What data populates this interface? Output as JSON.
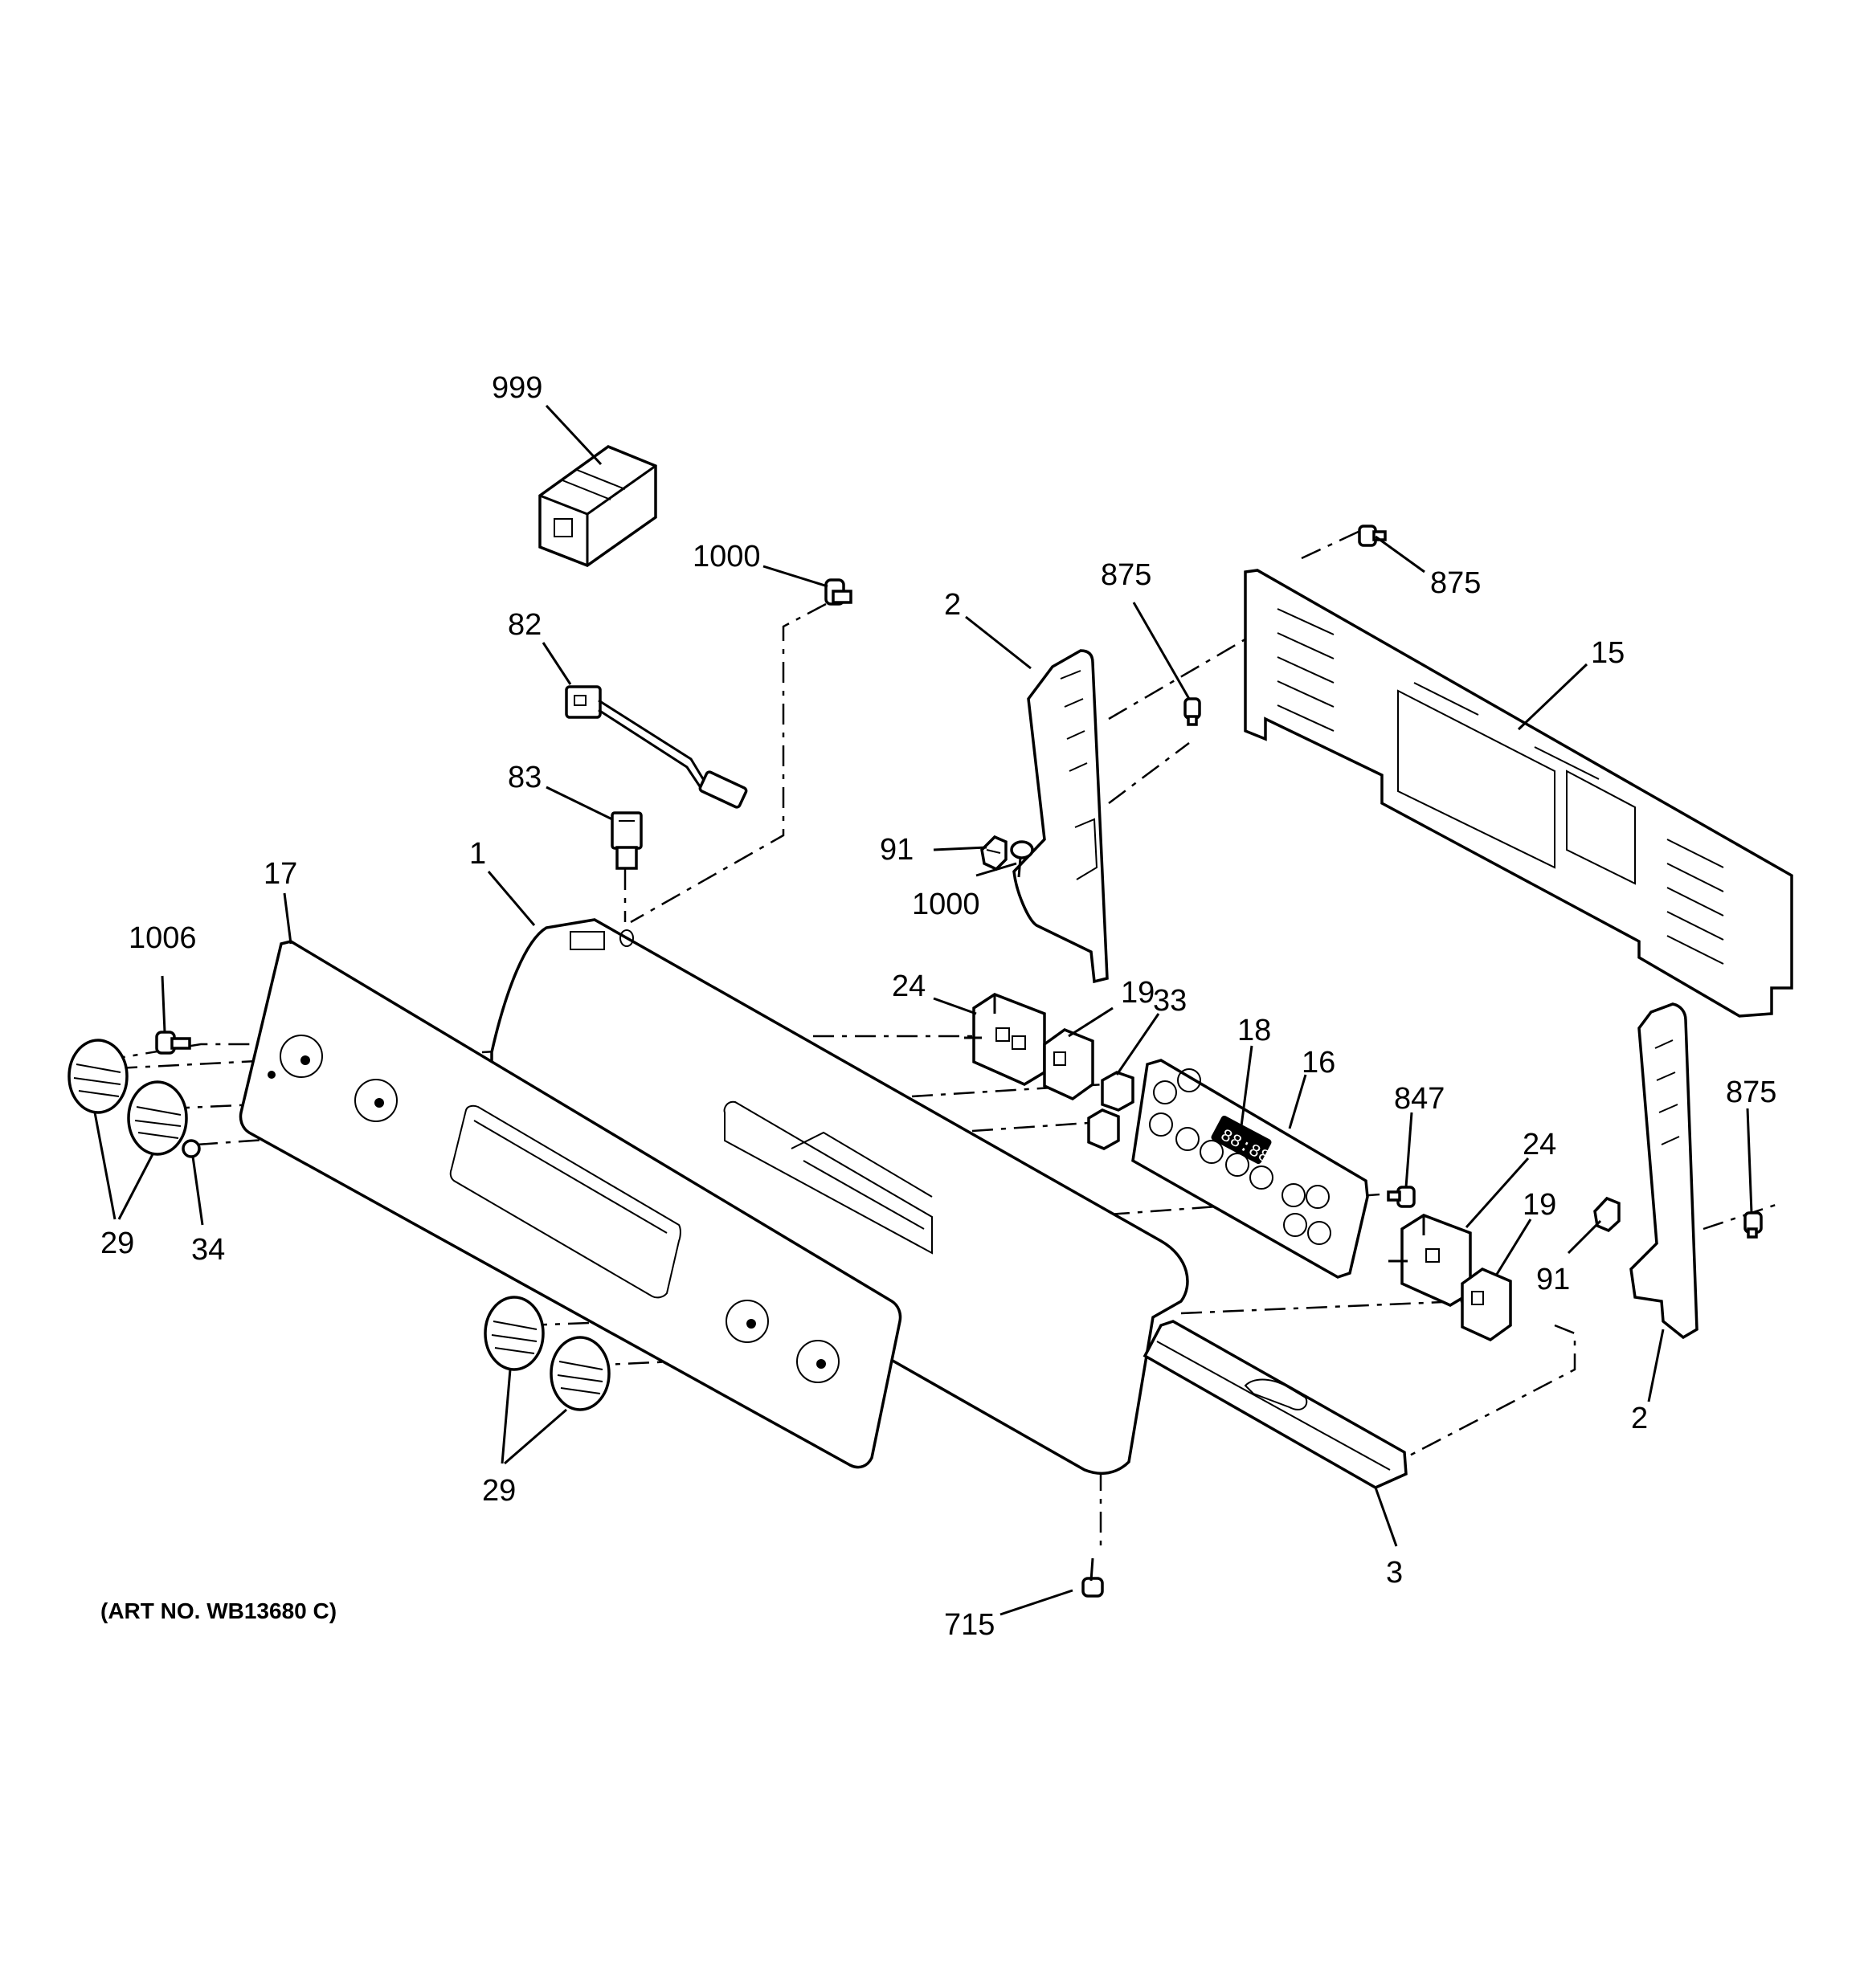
{
  "callouts": [
    {
      "id": "c999",
      "text": "999"
    },
    {
      "id": "c1000a",
      "text": "1000"
    },
    {
      "id": "c82",
      "text": "82"
    },
    {
      "id": "c83",
      "text": "83"
    },
    {
      "id": "c1",
      "text": "1"
    },
    {
      "id": "c17",
      "text": "17"
    },
    {
      "id": "c1006",
      "text": "1006"
    },
    {
      "id": "c2a",
      "text": "2"
    },
    {
      "id": "c875a",
      "text": "875"
    },
    {
      "id": "c875b",
      "text": "875"
    },
    {
      "id": "c15",
      "text": "15"
    },
    {
      "id": "c91a",
      "text": "91"
    },
    {
      "id": "c1000b",
      "text": "1000"
    },
    {
      "id": "c24a",
      "text": "24"
    },
    {
      "id": "c19a",
      "text": "19"
    },
    {
      "id": "c33",
      "text": "33"
    },
    {
      "id": "c18",
      "text": "18"
    },
    {
      "id": "c16",
      "text": "16"
    },
    {
      "id": "c847",
      "text": "847"
    },
    {
      "id": "c24b",
      "text": "24"
    },
    {
      "id": "c19b",
      "text": "19"
    },
    {
      "id": "c875c",
      "text": "875"
    },
    {
      "id": "c91b",
      "text": "91"
    },
    {
      "id": "c2b",
      "text": "2"
    },
    {
      "id": "c29a",
      "text": "29"
    },
    {
      "id": "c34",
      "text": "34"
    },
    {
      "id": "c29b",
      "text": "29"
    },
    {
      "id": "c3",
      "text": "3"
    },
    {
      "id": "c715",
      "text": "715"
    }
  ],
  "art_number": "(ART NO. WB13680 C)",
  "display_readout": "88:88"
}
